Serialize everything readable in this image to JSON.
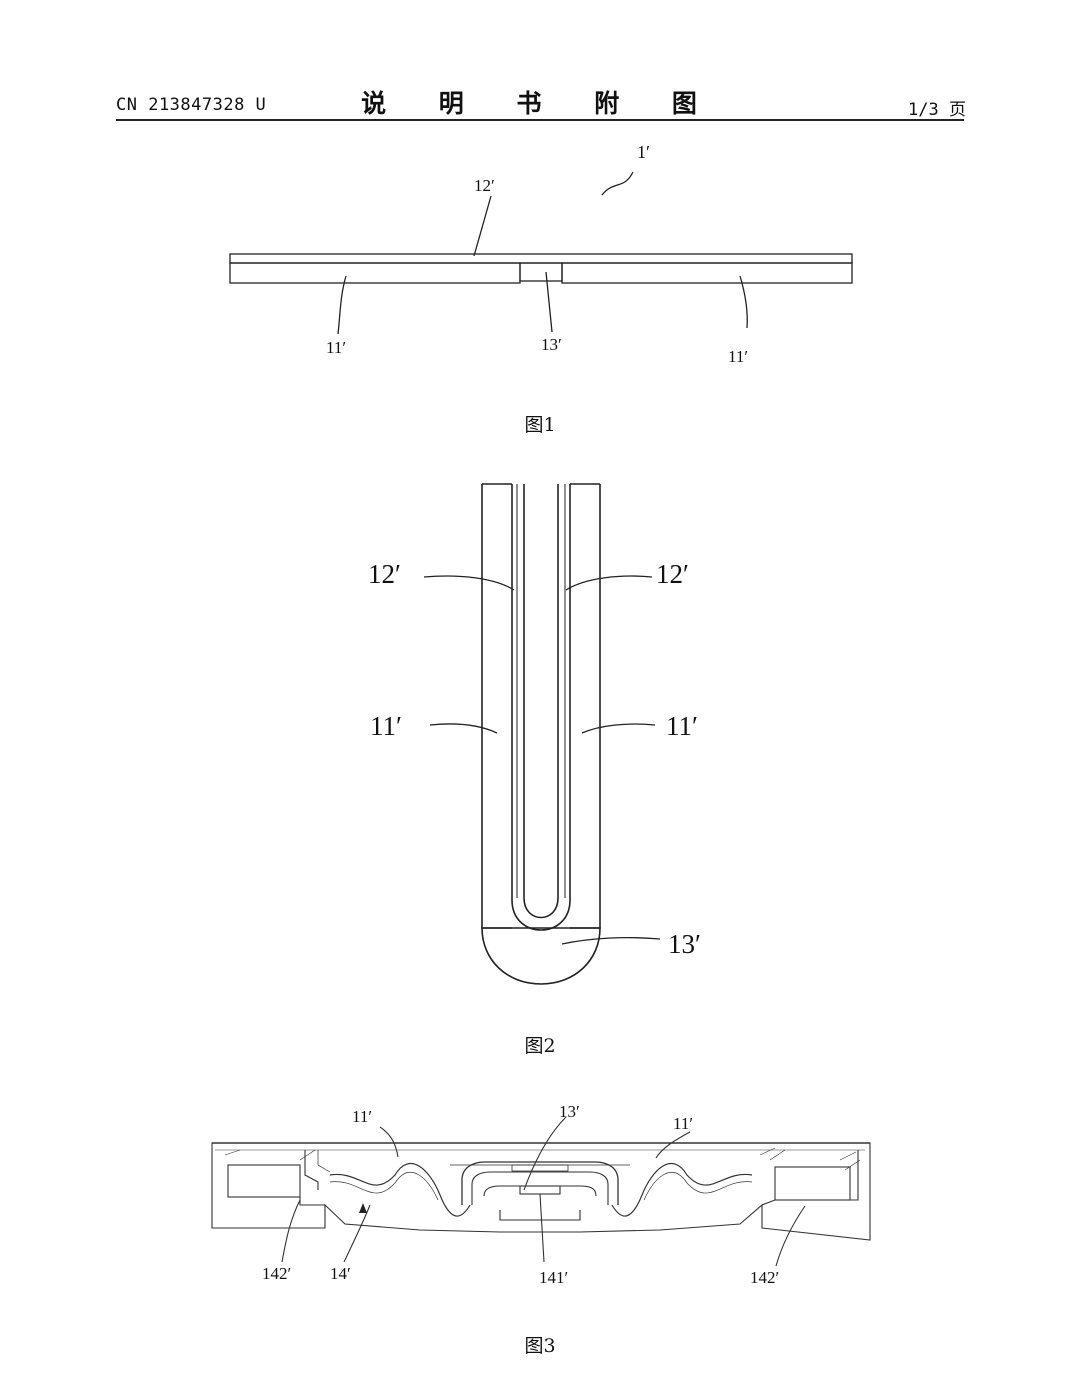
{
  "header": {
    "publication_number": "CN 213847328 U",
    "title": "说 明 书 附 图",
    "page": "1/3 页"
  },
  "figure1": {
    "caption": "图1",
    "labels": {
      "assembly": "1′",
      "layer_top": "12′",
      "left_plate": "11′",
      "bend": "13′",
      "right_plate": "11′"
    }
  },
  "figure2": {
    "caption": "图2",
    "labels": {
      "left_12": "12′",
      "right_12": "12′",
      "left_11": "11′",
      "right_11": "11′",
      "bottom_13": "13′"
    }
  },
  "figure3": {
    "caption": "图3",
    "labels": {
      "left_11": "11′",
      "top_13": "13′",
      "right_11": "11′",
      "left_142": "142′",
      "left_14": "14′",
      "center_141": "141′",
      "right_142": "142′"
    }
  }
}
